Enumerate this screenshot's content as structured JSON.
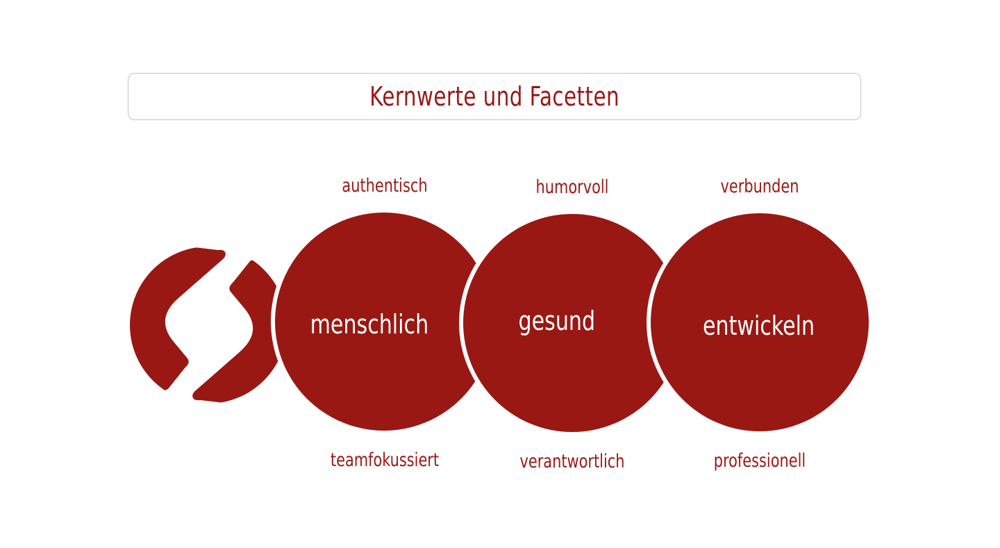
{
  "title": "Kernwerte und Facetten",
  "colors": {
    "brand_red": "#991813",
    "text_red": "#9a1814",
    "title_border": "#c4c4c4",
    "background": "#ffffff"
  },
  "logo": {
    "icon": "brand-logo-icon"
  },
  "values": [
    {
      "label": "menschlich",
      "facet_top": "authentisch",
      "facet_bottom": "teamfokussiert"
    },
    {
      "label": "gesund",
      "facet_top": "humorvoll",
      "facet_bottom": "verantwortlich"
    },
    {
      "label": "entwickeln",
      "facet_top": "verbunden",
      "facet_bottom": "professionell"
    }
  ]
}
